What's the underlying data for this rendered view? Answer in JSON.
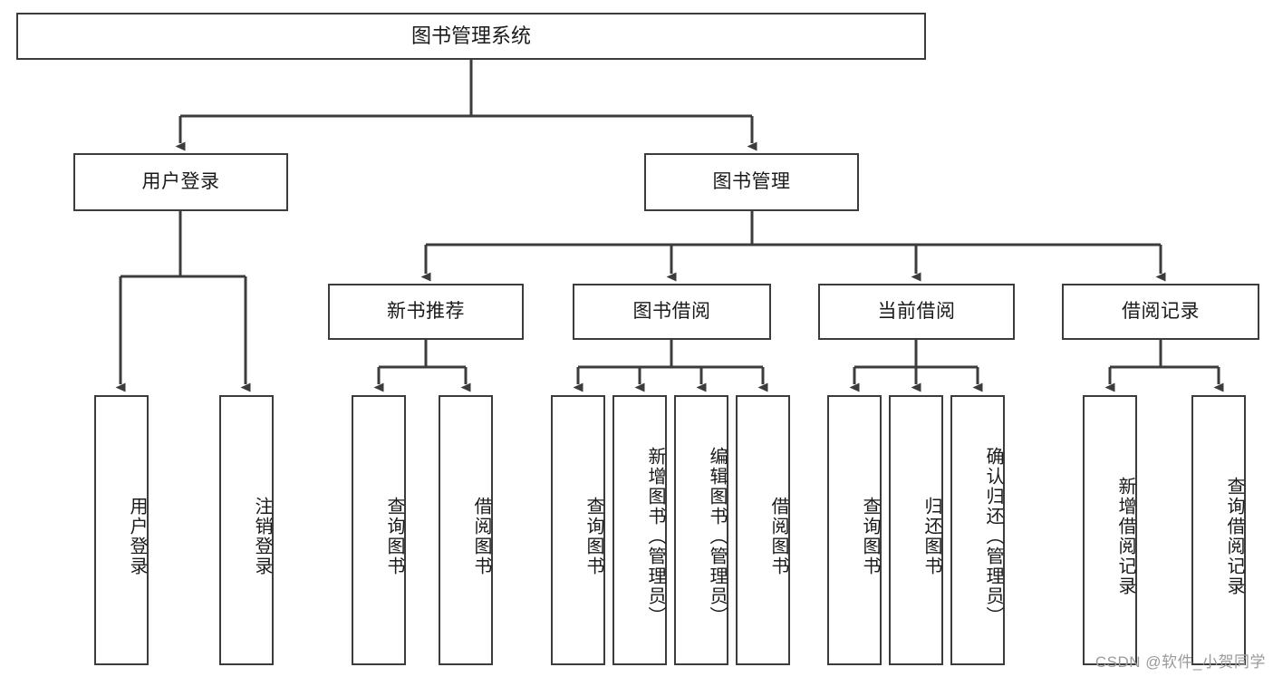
{
  "diagram": {
    "title_node": {
      "label": "图书管理系统"
    },
    "level1": [
      {
        "id": "user-login",
        "label": "用户登录"
      },
      {
        "id": "book-management",
        "label": "图书管理"
      }
    ],
    "level2": [
      {
        "id": "new-book-recommend",
        "label": "新书推荐"
      },
      {
        "id": "book-borrow",
        "label": "图书借阅"
      },
      {
        "id": "current-borrow",
        "label": "当前借阅"
      },
      {
        "id": "borrow-record",
        "label": "借阅记录"
      }
    ],
    "leaves": [
      {
        "id": "leaf-user-login",
        "label": "用户登录"
      },
      {
        "id": "leaf-logout-login",
        "label": "注销登录"
      },
      {
        "id": "leaf-query-book-1",
        "label": "查询图书"
      },
      {
        "id": "leaf-borrow-book-1",
        "label": "借阅图书"
      },
      {
        "id": "leaf-query-book-2",
        "label": "查询图书"
      },
      {
        "id": "leaf-add-book-admin",
        "label": "新增图书（管理员）"
      },
      {
        "id": "leaf-edit-book-admin",
        "label": "编辑图书（管理员）"
      },
      {
        "id": "leaf-borrow-book-2",
        "label": "借阅图书"
      },
      {
        "id": "leaf-query-book-3",
        "label": "查询图书"
      },
      {
        "id": "leaf-return-book",
        "label": "归还图书"
      },
      {
        "id": "leaf-confirm-return-admin",
        "label": "确认归还（管理员）"
      },
      {
        "id": "leaf-add-borrow-record",
        "label": "新增借阅记录"
      },
      {
        "id": "leaf-query-borrow-record",
        "label": "查询借阅记录"
      }
    ],
    "colors": {
      "stroke": "#3c3c3c",
      "background": "#ffffff",
      "text": "#1a1a1a",
      "watermark": "#9a9a9a"
    }
  },
  "watermark": {
    "text": "CSDN @软件_小贺同学"
  }
}
